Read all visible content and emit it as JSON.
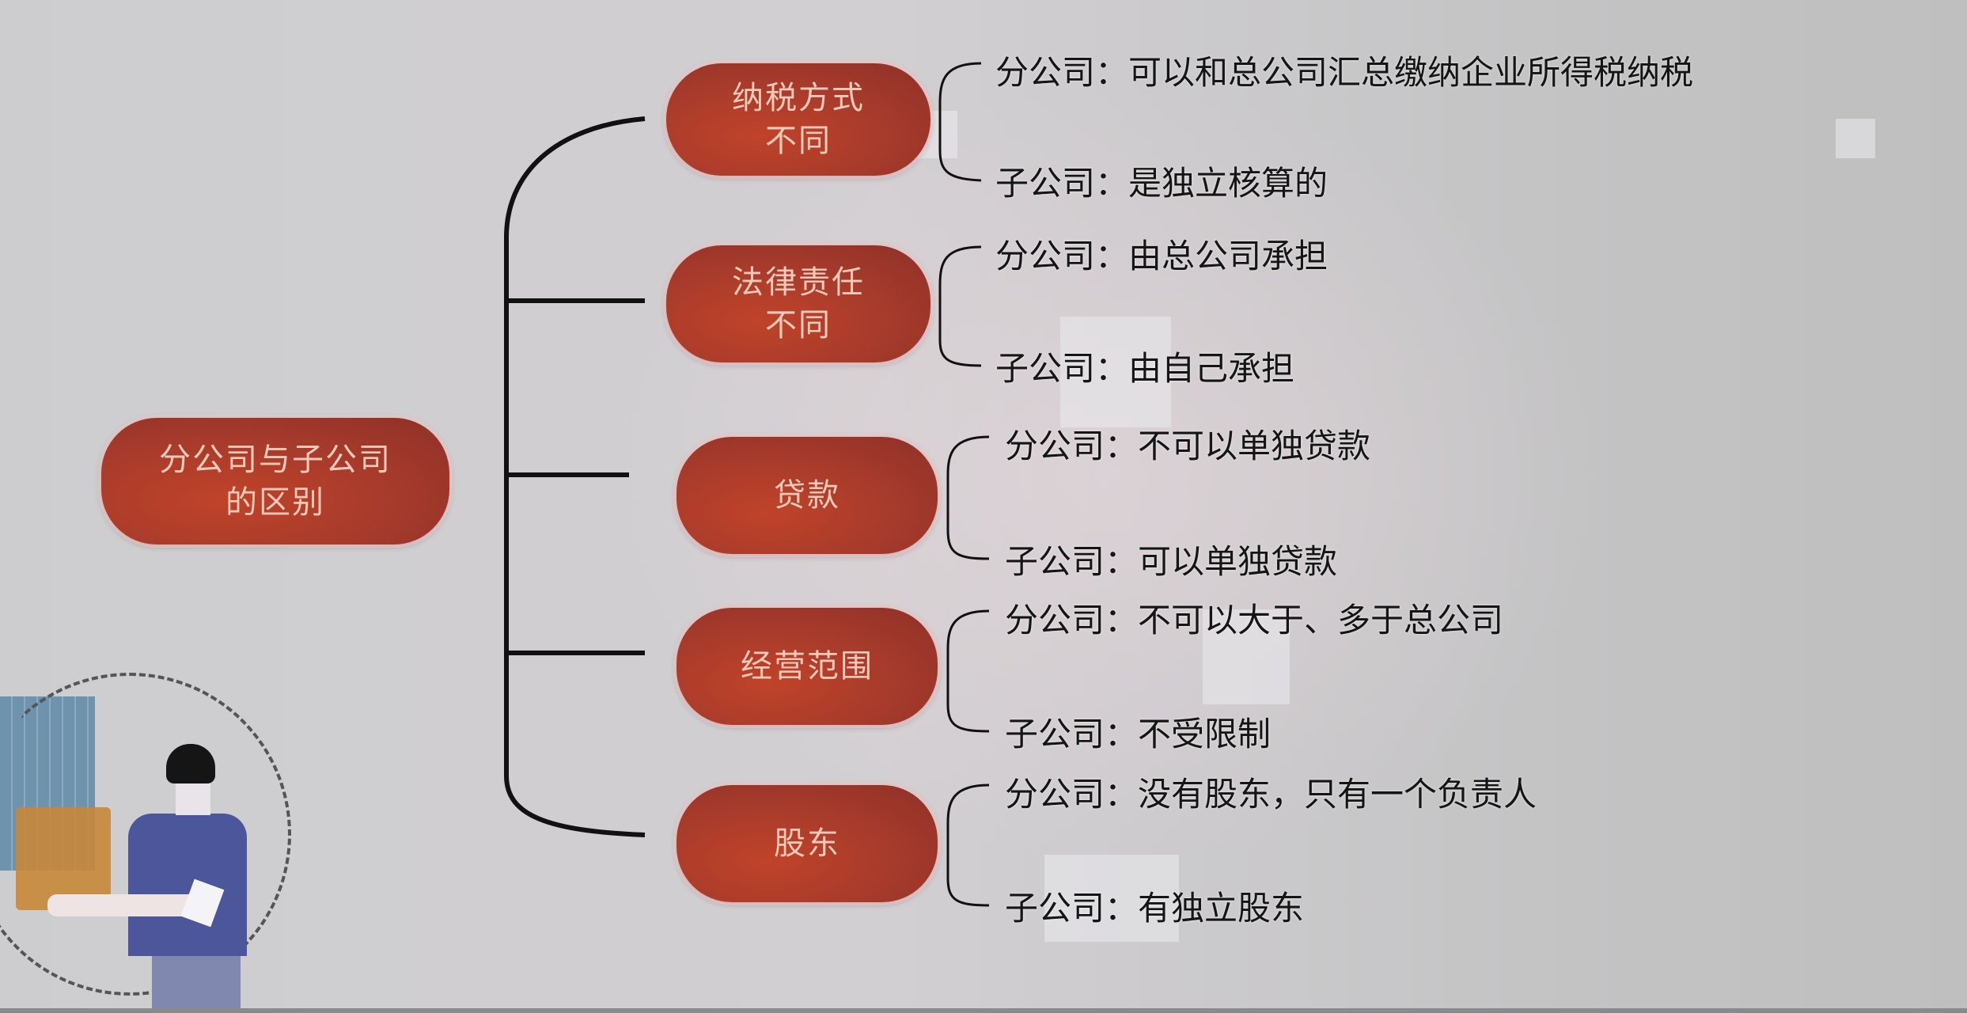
{
  "diagram": {
    "type": "mind-map",
    "root": {
      "label_line1": "分公司与子公司",
      "label_line2": "的区别"
    },
    "colors": {
      "node_fill": "#a53a2b",
      "node_text": "#f2c8b8",
      "connector": "#111111",
      "background": "#c9c9cb",
      "leaf_text": "#151515"
    },
    "branches": [
      {
        "label_line1": "纳税方式",
        "label_line2": "不同",
        "items": [
          {
            "label": "分公司：",
            "text": "可以和总公司汇总缴纳企业所得税纳税"
          },
          {
            "label": "子公司：",
            "text": "是独立核算的"
          }
        ]
      },
      {
        "label_line1": "法律责任",
        "label_line2": "不同",
        "items": [
          {
            "label": "分公司：",
            "text": "由总公司承担"
          },
          {
            "label": "子公司：",
            "text": "由自己承担"
          }
        ]
      },
      {
        "label_line1": "贷款",
        "label_line2": "",
        "items": [
          {
            "label": "分公司：",
            "text": "不可以单独贷款"
          },
          {
            "label": "子公司：",
            "text": "可以单独贷款"
          }
        ]
      },
      {
        "label_line1": "经营范围",
        "label_line2": "",
        "items": [
          {
            "label": "分公司：",
            "text": "不可以大于、多于总公司"
          },
          {
            "label": "子公司：",
            "text": "不受限制"
          }
        ]
      },
      {
        "label_line1": "股东",
        "label_line2": "",
        "items": [
          {
            "label": "分公司：",
            "text": "没有股东，只有一个负责人"
          },
          {
            "label": "子公司：",
            "text": "有独立股东"
          }
        ]
      }
    ]
  },
  "illustration": {
    "icon": "person-with-document-illustration"
  }
}
